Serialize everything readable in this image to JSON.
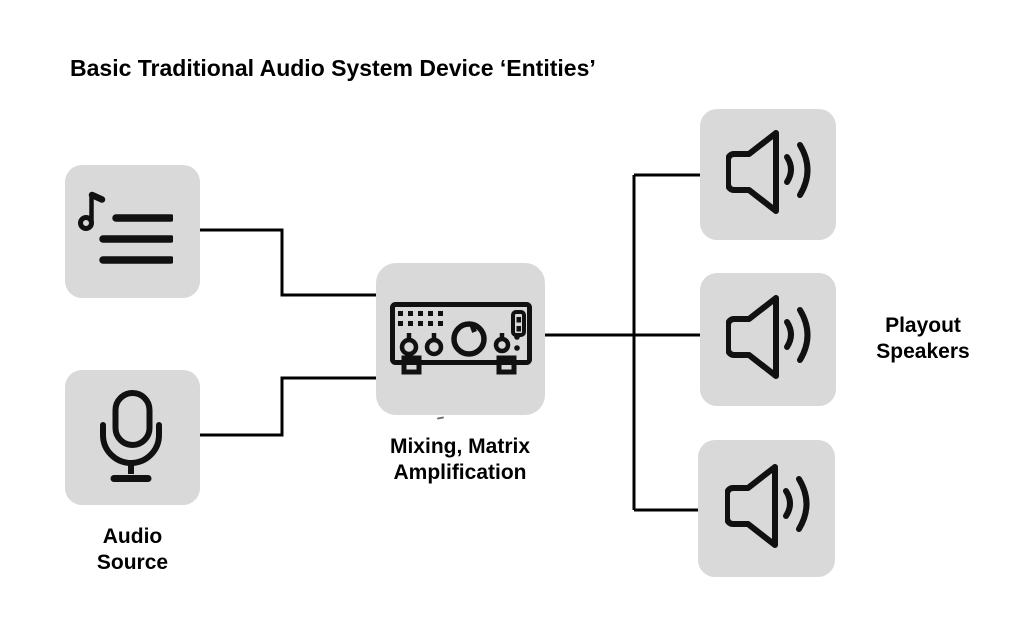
{
  "title": "Basic Traditional Audio System Device ‘Entities’",
  "colors": {
    "background": "#ffffff",
    "node_bg": "#d9d9d9",
    "icon": "#111111",
    "connector": "#000000",
    "text": "#000000"
  },
  "nodes": {
    "music_source": {
      "icon": "music-playlist-icon",
      "label": ""
    },
    "mic_source": {
      "icon": "microphone-icon",
      "label_line1": "Audio",
      "label_line2": "Source"
    },
    "amplifier": {
      "icon": "amplifier-icon",
      "label_line1": "Mixing, Matrix",
      "label_line2": "Amplification"
    },
    "speaker_group": {
      "icon": "speaker-icon",
      "count": 3,
      "label_line1": "Playout",
      "label_line2": "Speakers"
    }
  },
  "edges": [
    {
      "from": "music_source",
      "to": "amplifier"
    },
    {
      "from": "mic_source",
      "to": "amplifier"
    },
    {
      "from": "amplifier",
      "to": "speaker_1"
    },
    {
      "from": "amplifier",
      "to": "speaker_2"
    },
    {
      "from": "amplifier",
      "to": "speaker_3"
    }
  ]
}
